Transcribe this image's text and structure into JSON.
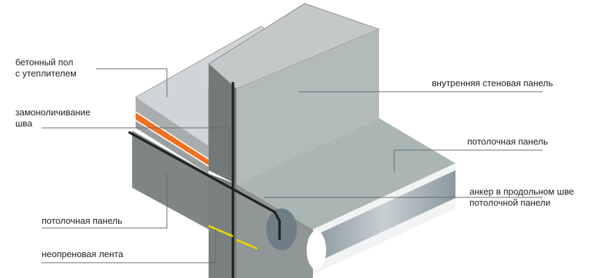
{
  "labels": {
    "floor": [
      "бетонный пол",
      "с утеплителем"
    ],
    "seam": [
      "замоноличивание",
      "шва"
    ],
    "ceiling_panel_left": "потолочная панель",
    "neoprene": "неопреновая лента",
    "inner_wall": "внутренняя стеновая панель",
    "ceiling_panel_right": "потолочная панель",
    "anchor": [
      "анкер в продольном шве",
      "потолочной панели"
    ]
  },
  "colors": {
    "concrete_dark": "#7f8585",
    "concrete_light": "#c9cdcd",
    "seam_orange": "#f07020",
    "neoprene_yellow": "#e8d200",
    "leader": "#5a6a6a"
  }
}
